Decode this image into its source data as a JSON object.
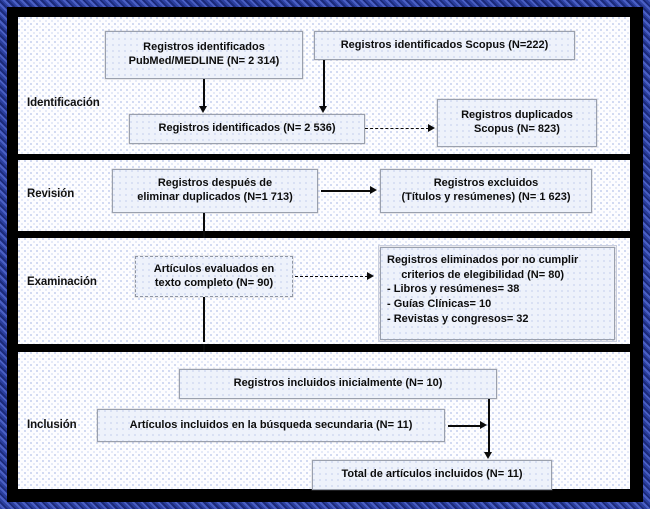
{
  "diagram": {
    "title": "Diagrama de flujo PRISMA",
    "frame_color": "#2b3f9e",
    "panel_background": "#fdfdff",
    "box_background": "#eef2fb",
    "box_border_color": "#9aa0ad",
    "connector_color": "#0a0a0a"
  },
  "stages": [
    {
      "label": "Identificación"
    },
    {
      "label": "Revisión"
    },
    {
      "label": "Examinación"
    },
    {
      "label": "Inclusión"
    }
  ],
  "boxes": {
    "pubmed": {
      "line1": "Registros identificados",
      "line2": "PubMed/MEDLINE (N= 2 314)"
    },
    "scopus": {
      "line1": "Registros identificados Scopus (N=222)"
    },
    "identified_total": {
      "line1": "Registros identificados (N= 2 536)"
    },
    "duplicates": {
      "line1": "Registros duplicados",
      "line2": "Scopus (N= 823)"
    },
    "after_duplicates": {
      "line1": "Registros después de",
      "line2": "eliminar duplicados (N=1 713)"
    },
    "excluded_titles": {
      "line1": "Registros excluidos",
      "line2": "(Títulos y resúmenes) (N=  1 623)"
    },
    "full_text": {
      "line1": "Artículos evaluados en",
      "line2": "texto completo (N= 90)"
    },
    "eligibility_excluded": {
      "head1": "Registros eliminados por no cumplir",
      "head2": "criterios de elegibilidad (N= 80)",
      "item1": "- Libros y resúmenes= 38",
      "item2": "- Guías Clínicas= 10",
      "item3": "- Revistas y congresos= 32"
    },
    "included_initial": {
      "line1": "Registros incluidos inicialmente (N= 10)"
    },
    "secondary_search": {
      "line1": "Artículos incluidos en la búsqueda secundaria (N= 11)"
    },
    "total_included": {
      "line1": "Total de artículos incluidos (N= 11)"
    }
  },
  "chart_data": {
    "type": "diagram",
    "title": "PRISMA flow diagram",
    "nodes": [
      {
        "id": "pubmed",
        "stage": "Identificación",
        "label": "Registros identificados PubMed/MEDLINE",
        "n": 2314
      },
      {
        "id": "scopus",
        "stage": "Identificación",
        "label": "Registros identificados Scopus",
        "n": 222
      },
      {
        "id": "identified_total",
        "stage": "Identificación",
        "label": "Registros identificados",
        "n": 2536
      },
      {
        "id": "duplicates",
        "stage": "Identificación",
        "label": "Registros duplicados Scopus",
        "n": 823
      },
      {
        "id": "after_duplicates",
        "stage": "Revisión",
        "label": "Registros después de eliminar duplicados",
        "n": 1713
      },
      {
        "id": "excluded_titles",
        "stage": "Revisión",
        "label": "Registros excluidos (Títulos y resúmenes)",
        "n": 1623
      },
      {
        "id": "full_text",
        "stage": "Examinación",
        "label": "Artículos evaluados en texto completo",
        "n": 90
      },
      {
        "id": "eligibility_excluded",
        "stage": "Examinación",
        "label": "Registros eliminados por no cumplir criterios de elegibilidad",
        "n": 80,
        "breakdown": [
          {
            "label": "Libros y resúmenes",
            "n": 38
          },
          {
            "label": "Guías Clínicas",
            "n": 10
          },
          {
            "label": "Revistas y congresos",
            "n": 32
          }
        ]
      },
      {
        "id": "included_initial",
        "stage": "Inclusión",
        "label": "Registros incluidos inicialmente",
        "n": 10
      },
      {
        "id": "secondary_search",
        "stage": "Inclusión",
        "label": "Artículos incluidos en la búsqueda secundaria",
        "n": 11
      },
      {
        "id": "total_included",
        "stage": "Inclusión",
        "label": "Total de artículos incluidos",
        "n": 11
      }
    ],
    "edges": [
      {
        "from": "pubmed",
        "to": "identified_total"
      },
      {
        "from": "scopus",
        "to": "identified_total"
      },
      {
        "from": "identified_total",
        "to": "duplicates"
      },
      {
        "from": "after_duplicates",
        "to": "excluded_titles"
      },
      {
        "from": "after_duplicates",
        "to": "full_text"
      },
      {
        "from": "full_text",
        "to": "eligibility_excluded"
      },
      {
        "from": "full_text",
        "to": "included_initial"
      },
      {
        "from": "included_initial",
        "to": "total_included"
      },
      {
        "from": "secondary_search",
        "to": "total_included"
      }
    ]
  }
}
